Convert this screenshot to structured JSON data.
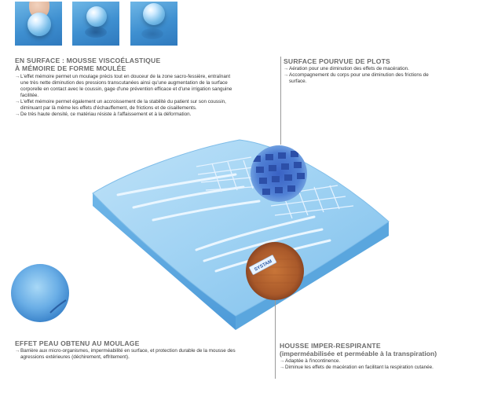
{
  "surface": {
    "title_line1": "EN SURFACE : MOUSSE VISCOÉLASTIQUE",
    "title_line2": "À MÉMOIRE DE FORME MOULÉE",
    "items": [
      "L'effet mémoire permet un moulage précis tout en douceur de la zone sacro-fessière, entraînant une très nette diminution des pressions transcutanées ainsi qu'une augmentation de la surface corporelle en contact avec le coussin, gage d'une prévention efficace et d'une irrigation sanguine facilitée.",
      "L'effet mémoire permet également un accroissement de la stabilité du patient sur son coussin, diminuant par là même les effets d'échauffement, de frictions et de cisaillements.",
      "De très haute densité, ce matériau résiste à l'affaissement et à la déformation."
    ]
  },
  "plots": {
    "title": "SURFACE POURVUE DE PLOTS",
    "items": [
      "Aération pour une diminution des effets de macération.",
      "Accompagnement du corps pour une diminution des frictions de surface."
    ]
  },
  "peau": {
    "title": "EFFET PEAU OBTENU AU MOULAGE",
    "items": [
      "Barrière aux micro-organismes, imperméabilité en surface, et protection durable de la mousse des agressions extérieures (déchirement, effritement)."
    ]
  },
  "housse": {
    "title": "HOUSSE IMPER-RESPIRANTE",
    "subtitle": "(imperméabilisée et perméable à la transpiration)",
    "items": [
      "Adaptée à l'incontinence.",
      "Diminue les effets de macération en facilitant la respiration cutanée."
    ],
    "label_text": "SYSTAM"
  },
  "colors": {
    "foam": "#8ec9f0",
    "foam_dark": "#3c8fd2",
    "cover": "#b8672f",
    "heading": "#6b6b6b"
  }
}
